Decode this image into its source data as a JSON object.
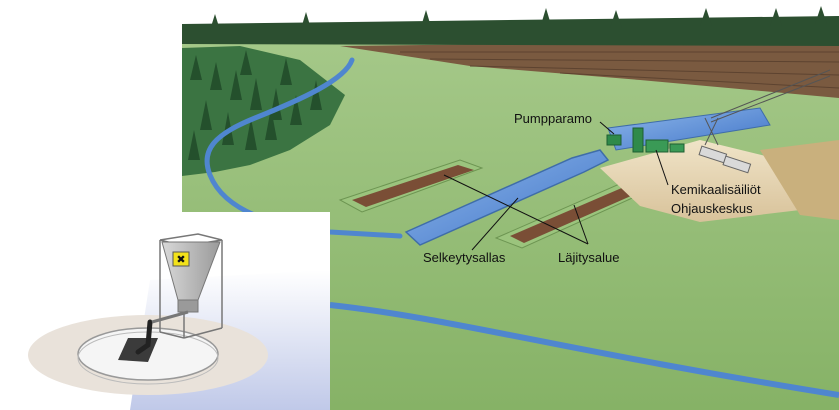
{
  "labels": {
    "pumping_station": "Pumpparamo",
    "chemical_tanks": "Kemikaalisäiliöt",
    "control_center": "Ohjauskeskus",
    "settling_basin": "Selkeytysallas",
    "deposit_area": "Läjitysalue"
  },
  "inset": {
    "hazard_symbol": "✖",
    "hazard_icon": "harmful-substance-icon"
  },
  "colors": {
    "water": "#5b8fd6",
    "field": "#8db86a",
    "forest": "#2f6a3a",
    "soil": "#7a5238",
    "peat_field": "#6f5a42",
    "hazard_yellow": "#f3e21a"
  }
}
